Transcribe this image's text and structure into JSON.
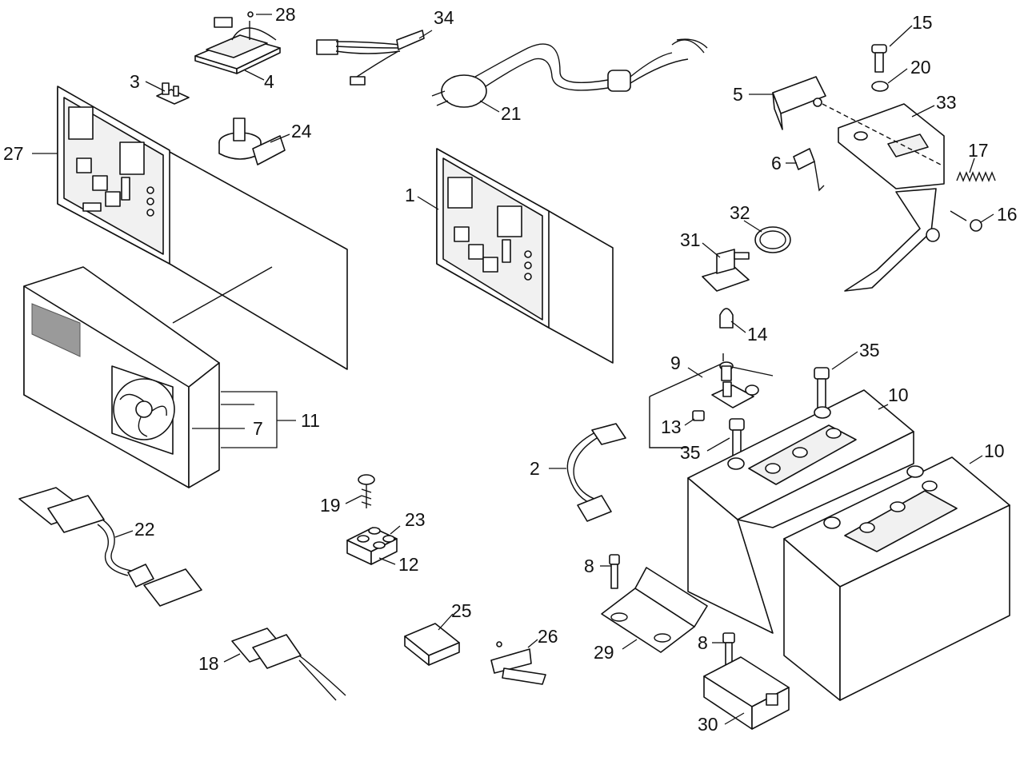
{
  "callouts": {
    "c1": "1",
    "c2": "2",
    "c3": "3",
    "c4": "4",
    "c5": "5",
    "c6": "6",
    "c7": "7",
    "c8a": "8",
    "c8b": "8",
    "c9": "9",
    "c10a": "10",
    "c10b": "10",
    "c11": "11",
    "c12": "12",
    "c13": "13",
    "c14": "14",
    "c15": "15",
    "c16": "16",
    "c17": "17",
    "c18": "18",
    "c19": "19",
    "c20": "20",
    "c21": "21",
    "c22": "22",
    "c23": "23",
    "c24": "24",
    "c25": "25",
    "c26": "26",
    "c27": "27",
    "c28": "28",
    "c29": "29",
    "c30": "30",
    "c31": "31",
    "c32": "32",
    "c33": "33",
    "c34": "34",
    "c35a": "35",
    "c35b": "35"
  }
}
